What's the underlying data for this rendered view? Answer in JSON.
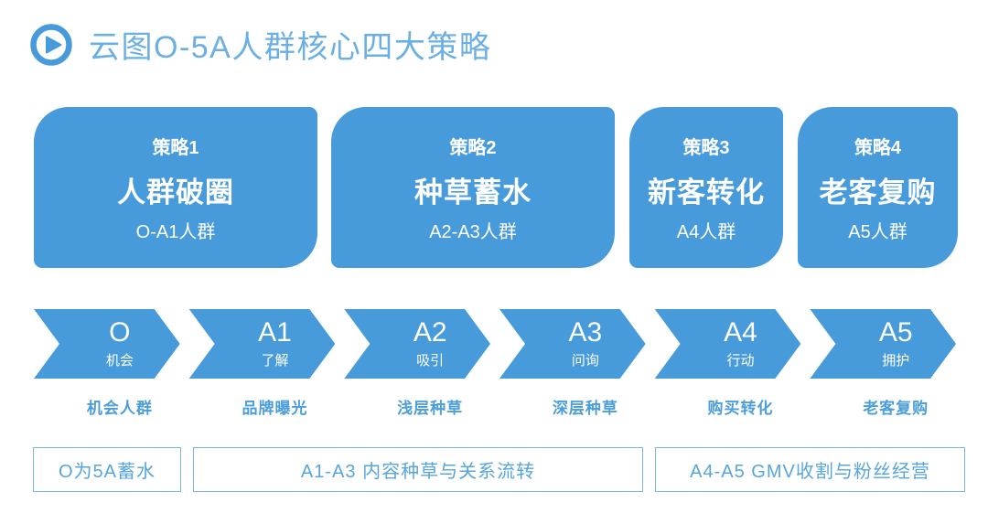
{
  "header": {
    "title": "云图O-5A人群核心四大策略"
  },
  "strategies": [
    {
      "tag": "策略1",
      "name": "人群破圈",
      "audience": "O-A1人群"
    },
    {
      "tag": "策略2",
      "name": "种草蓄水",
      "audience": "A2-A3人群"
    },
    {
      "tag": "策略3",
      "name": "新客转化",
      "audience": "A4人群"
    },
    {
      "tag": "策略4",
      "name": "老客复购",
      "audience": "A5人群"
    }
  ],
  "funnel": [
    {
      "stage": "O",
      "trait": "机会",
      "label": "机会人群"
    },
    {
      "stage": "A1",
      "trait": "了解",
      "label": "品牌曝光"
    },
    {
      "stage": "A2",
      "trait": "吸引",
      "label": "浅层种草"
    },
    {
      "stage": "A3",
      "trait": "问询",
      "label": "深层种草"
    },
    {
      "stage": "A4",
      "trait": "行动",
      "label": "购买转化"
    },
    {
      "stage": "A5",
      "trait": "拥护",
      "label": "老客复购"
    }
  ],
  "notes": [
    {
      "text": "O为5A蓄水"
    },
    {
      "text": "A1-A3 内容种草与关系流转"
    },
    {
      "text": "A4-A5 GMV收割与粉丝经营"
    }
  ],
  "colors": {
    "primary_blue": "#479BDB",
    "title_blue": "#6CAFE2",
    "label_blue": "#4B9ED9",
    "note_border_blue": "#79B8E5",
    "note_text_blue": "#57A5DC"
  }
}
